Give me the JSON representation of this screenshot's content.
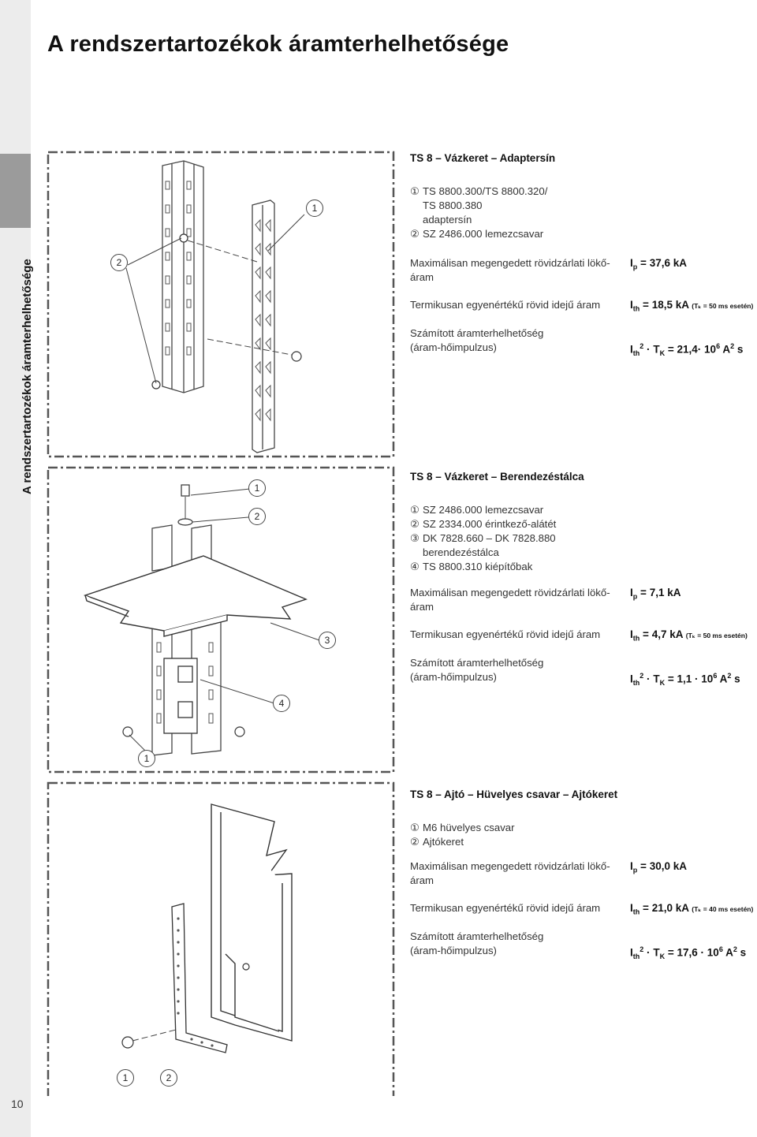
{
  "page": {
    "title": "A rendszertartozékok áramterhelhetősége",
    "side_label": "A rendszertartozékok áramterhelhetősége",
    "page_number": "10"
  },
  "labels": {
    "peak": "Maximálisan megengedett rövidzárlati lökő-",
    "peak2": "áram",
    "thermal": "Termikusan egyenértékű rövid idejű áram",
    "calc1": "Számított áramterhelhetőség",
    "calc2": "(áram-hőimpulzus)"
  },
  "sections": [
    {
      "title": "TS 8 – Vázkeret – Adaptersín",
      "items": [
        {
          "n": "①",
          "text": "TS 8800.300/TS 8800.320/"
        },
        {
          "n": "",
          "text": "TS 8800.380"
        },
        {
          "n": "",
          "text": "adaptersín"
        },
        {
          "n": "②",
          "text": "SZ 2486.000 lemezcsavar"
        }
      ],
      "ip": "37,6 kA",
      "ith": "18,5 kA",
      "tk_note": "(Tₖ = 50 ms esetén)",
      "i2t": "21,4",
      "callouts": [
        "1",
        "2"
      ]
    },
    {
      "title": "TS 8 – Vázkeret – Berendezéstálca",
      "items": [
        {
          "n": "①",
          "text": "SZ 2486.000 lemezcsavar"
        },
        {
          "n": "②",
          "text": "SZ 2334.000 érintkező-alátét"
        },
        {
          "n": "③",
          "text": "DK 7828.660 – DK 7828.880"
        },
        {
          "n": "",
          "text": "berendezéstálca"
        },
        {
          "n": "④",
          "text": "TS 8800.310 kiépítőbak"
        }
      ],
      "ip": "7,1 kA",
      "ith": "4,7 kA",
      "tk_note": "(Tₖ = 50 ms esetén)",
      "i2t": "1,1",
      "callouts": [
        "1",
        "2",
        "3",
        "4",
        "1"
      ]
    },
    {
      "title": "TS 8 – Ajtó – Hüvelyes csavar – Ajtókeret",
      "items": [
        {
          "n": "①",
          "text": "M6 hüvelyes csavar"
        },
        {
          "n": "②",
          "text": "Ajtókeret"
        }
      ],
      "ip": "30,0 kA",
      "ith": "21,0 kA",
      "tk_note": "(Tₖ = 40 ms esetén)",
      "i2t": "17,6",
      "callouts": [
        "1",
        "2"
      ]
    }
  ],
  "formula": {
    "ip_sym": "I",
    "ip_sub": "p",
    "ith_sym": "I",
    "ith_sub": "th",
    "sq": "2",
    "tk": "T",
    "tk_sub": "K",
    "times": "·",
    "eq": "=",
    "pow_base": "10",
    "pow_exp": "6",
    "unit": "A",
    "unit_exp": "2",
    "s": "s"
  }
}
